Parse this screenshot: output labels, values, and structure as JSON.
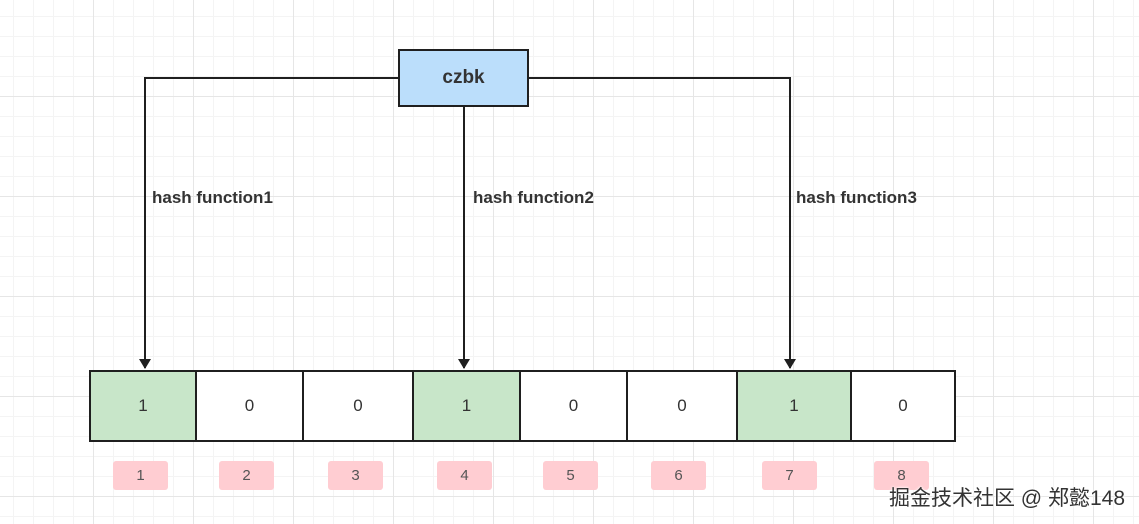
{
  "key": "czbk",
  "hash_functions": [
    "hash function1",
    "hash function2",
    "hash function3"
  ],
  "bits": [
    {
      "value": "1",
      "set": true
    },
    {
      "value": "0",
      "set": false
    },
    {
      "value": "0",
      "set": false
    },
    {
      "value": "1",
      "set": true
    },
    {
      "value": "0",
      "set": false
    },
    {
      "value": "0",
      "set": false
    },
    {
      "value": "1",
      "set": true
    },
    {
      "value": "0",
      "set": false
    }
  ],
  "indices": [
    "1",
    "2",
    "3",
    "4",
    "5",
    "6",
    "7",
    "8"
  ],
  "watermark": "掘金技术社区 @ 郑懿148",
  "colors": {
    "key_fill": "#bbdefb",
    "set_bit_fill": "#c8e6c9",
    "index_badge_fill": "#ffcdd2",
    "line": "#1f1f1f"
  }
}
